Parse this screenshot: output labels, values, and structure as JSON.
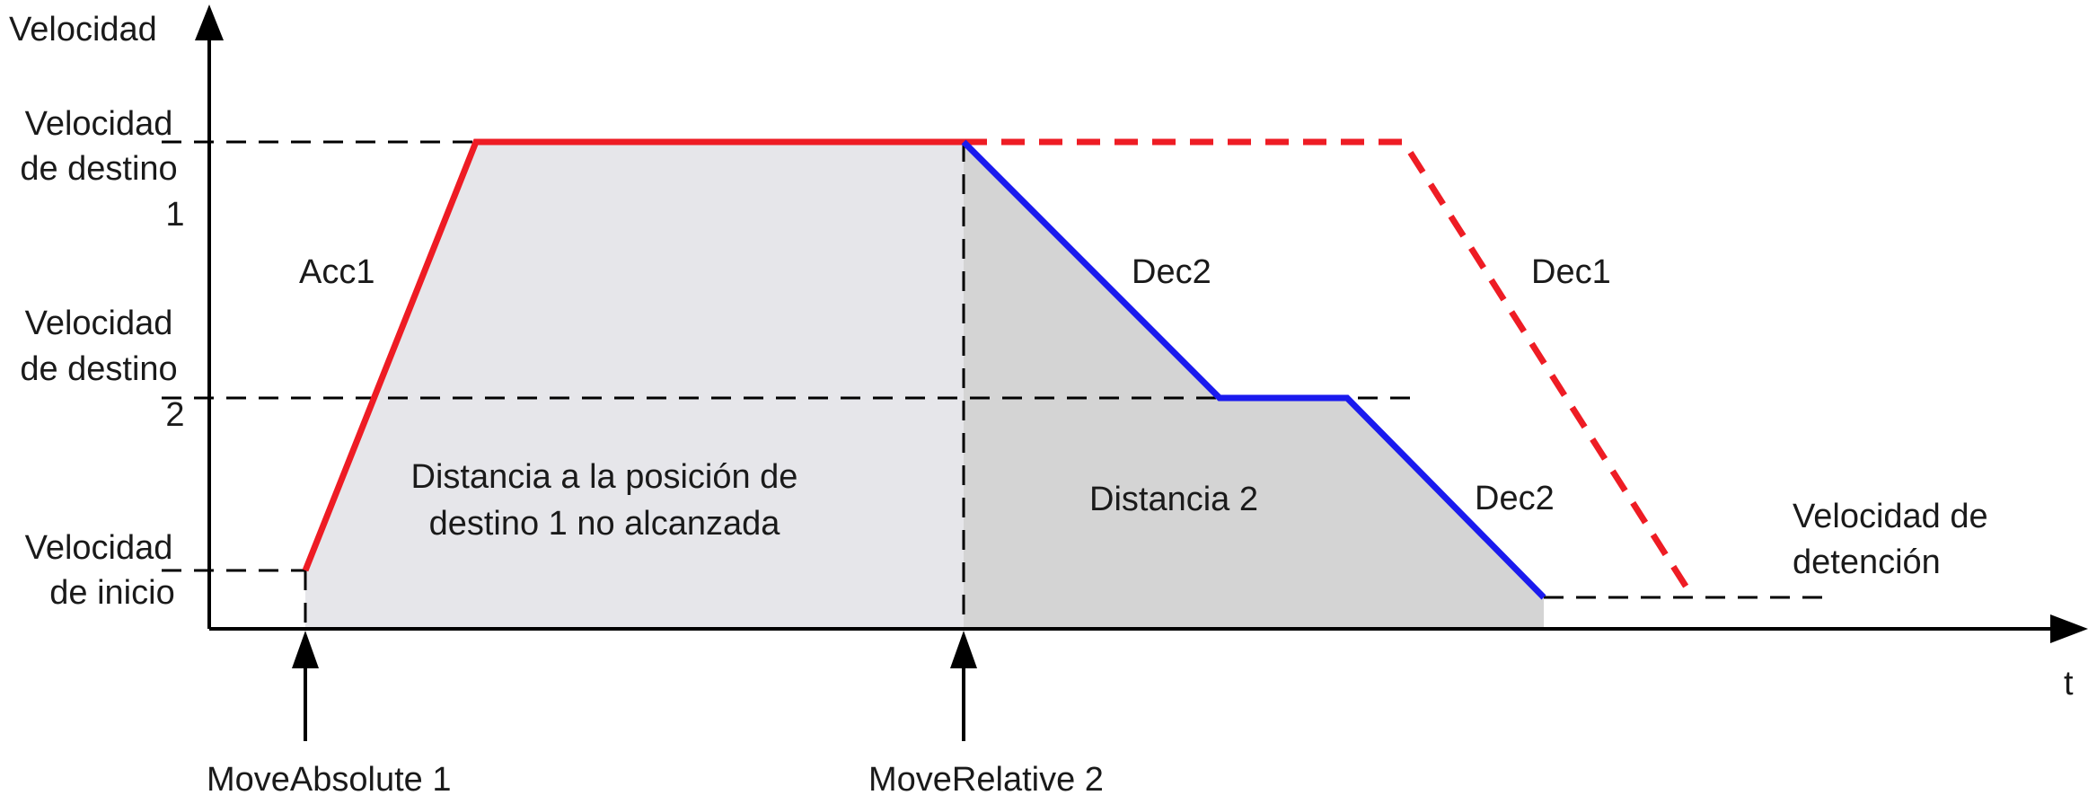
{
  "axes": {
    "y_label": "Velocidad",
    "x_label": "t"
  },
  "y_levels": {
    "target1": [
      "Velocidad",
      "de destino",
      "1"
    ],
    "target2": [
      "Velocidad",
      "de destino",
      "2"
    ],
    "start": [
      "Velocidad",
      "de inicio"
    ]
  },
  "segments": {
    "acc1": "Acc1",
    "dec2_upper": "Dec2",
    "dec1": "Dec1",
    "dec2_lower": "Dec2"
  },
  "areas": {
    "distance1": [
      "Distancia a la posición de",
      "destino 1 no alcanzada"
    ],
    "distance2": "Distancia 2"
  },
  "stop_velocity": [
    "Velocidad de",
    "detención"
  ],
  "events": {
    "move_absolute": "MoveAbsolute 1",
    "move_relative": "MoveRelative 2"
  },
  "colors": {
    "original_profile": "#ee1c24",
    "new_profile": "#1a1aee",
    "area_distance1": "#e6e6ea",
    "area_distance2": "#d4d4d4"
  }
}
